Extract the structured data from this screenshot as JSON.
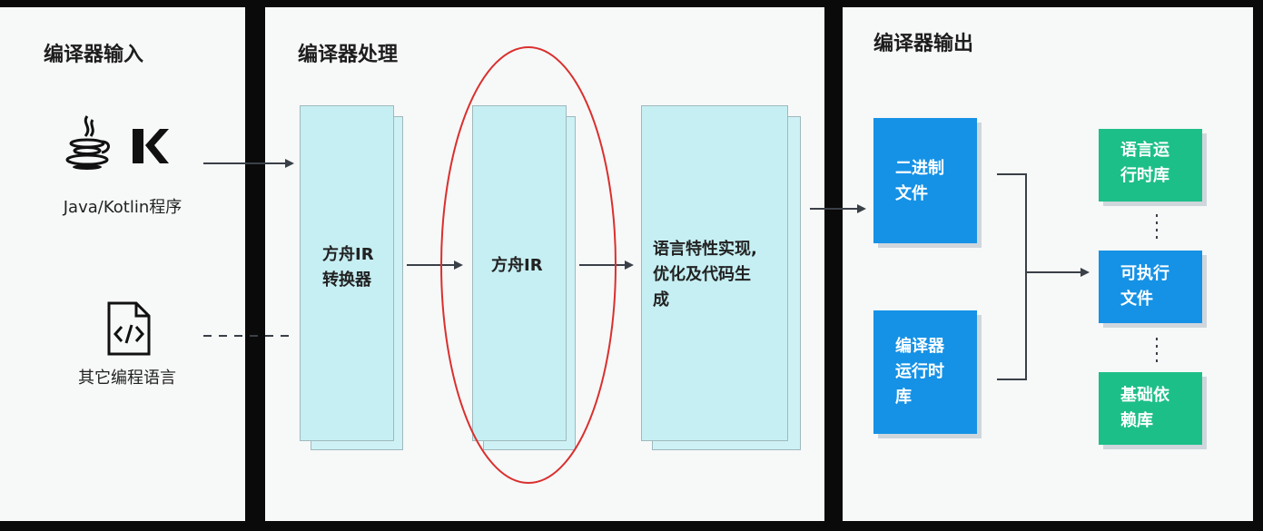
{
  "input_panel": {
    "title": "编译器输入",
    "source1_label": "Java/Kotlin程序",
    "source2_label": "其它编程语言"
  },
  "process_panel": {
    "title": "编译器处理",
    "converter_line1": "方舟IR",
    "converter_line2": "转换器",
    "ir_label": "方舟IR",
    "codegen_line1": "语言特性实现,",
    "codegen_line2": "优化及代码生",
    "codegen_line3": "成"
  },
  "output_panel": {
    "title": "编译器输出",
    "binary_line1": "二进制",
    "binary_line2": "文件",
    "runtime_line1": "编译器",
    "runtime_line2": "运行时",
    "runtime_line3": "库",
    "lang_runtime_line1": "语言运",
    "lang_runtime_line2": "行时库",
    "exec_line1": "可执行",
    "exec_line2": "文件",
    "deps_line1": "基础依",
    "deps_line2": "赖库"
  },
  "colors": {
    "panel_bg": "#f7f8f8",
    "ir_box": "#c6eff3",
    "blue_box": "#1592e6",
    "green_box": "#1dbf88",
    "highlight_ellipse": "#d9302e"
  }
}
